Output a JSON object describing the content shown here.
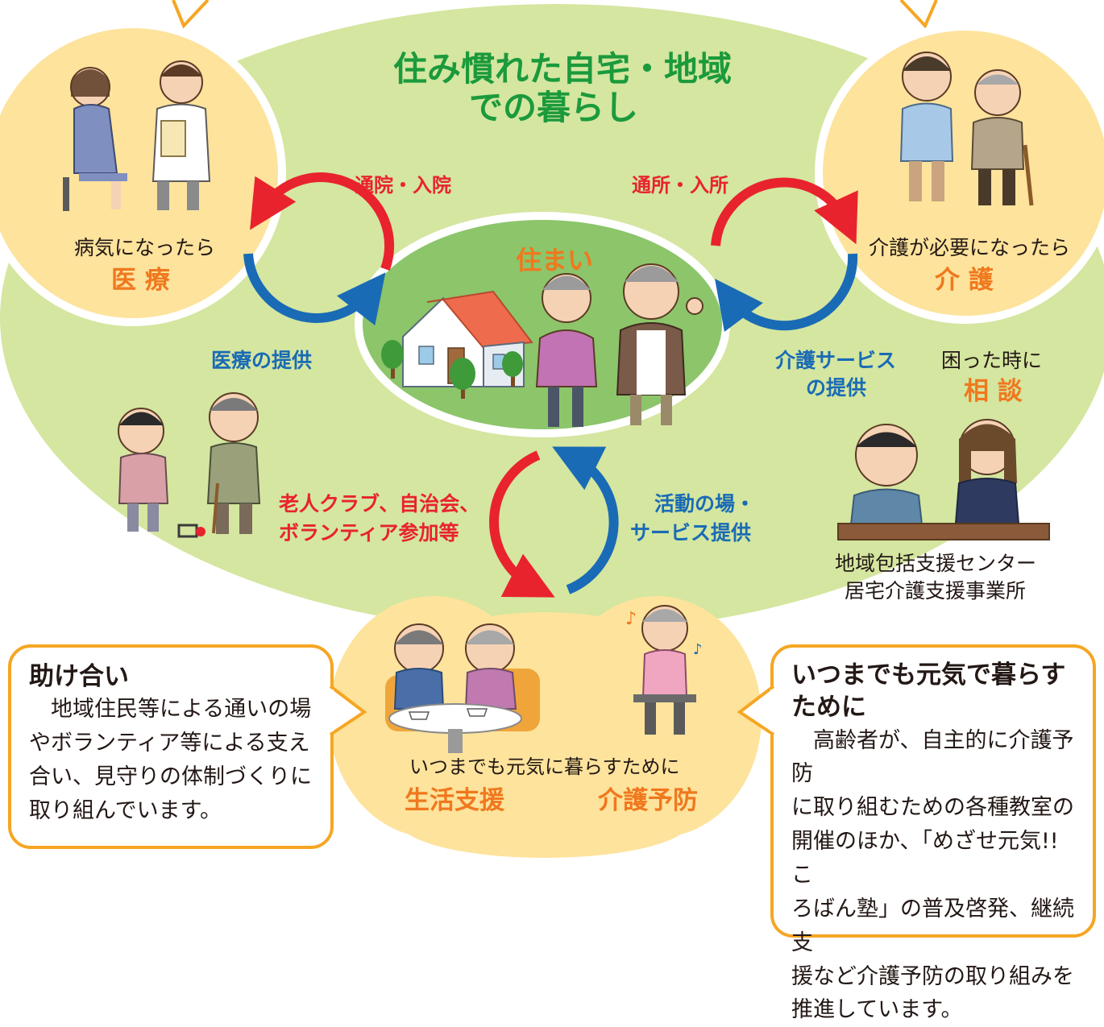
{
  "title": "住み慣れた自宅・地域\nでの暮らし",
  "title_line1": "住み慣れた自宅・地域",
  "title_line2": "での暮らし",
  "home": {
    "label": "住まい"
  },
  "medical": {
    "line1": "病気になったら",
    "line2": "医 療",
    "arrow_top": "通院・入院",
    "arrow_bottom": "医療の提供"
  },
  "care": {
    "line1": "介護が必要になったら",
    "line2": "介 護",
    "arrow_top": "通所・入所",
    "arrow_bottom_1": "介護サービス",
    "arrow_bottom_2": "の提供"
  },
  "consult": {
    "line1": "困った時に",
    "line2": "相 談",
    "center_1": "地域包括支援センター",
    "center_2": "居宅介護支援事業所"
  },
  "community": {
    "left_1": "老人クラブ、自治会、",
    "left_2": "ボランティア参加等",
    "right_1": "活動の場・",
    "right_2": "サービス提供"
  },
  "support": {
    "caption": "いつまでも元気に暮らすために",
    "left": "生活支援",
    "right": "介護予防"
  },
  "callout_left": {
    "title": "助け合い",
    "body": "　地域住民等による通いの場\nやボランティア等による支え\n合い、見守りの体制づくりに\n取り組んでいます。"
  },
  "callout_right": {
    "title_1": "いつまでも元気で暮らす",
    "title_2": "ために",
    "body": "　高齢者が、自主的に介護予防\nに取り組むための各種教室の\n開催のほか、「めざせ元気!!こ\nろばん塾」の普及啓発、継続支\n援など介護予防の取り組みを\n推進しています。"
  },
  "colors": {
    "outer_green": "#d4e6a0",
    "inner_green": "#8cc56a",
    "bubble": "#fde39c",
    "red": "#e8232e",
    "blue": "#1a6bb5",
    "orange": "#f0781e",
    "title_green": "#1b9a3c",
    "callout_border": "#f6a623"
  },
  "icons": [
    "house-icon",
    "tree-icon",
    "elderly-couple-icon",
    "doctor-patient-icon",
    "caregiver-icon",
    "gateball-icon",
    "consultation-icon",
    "tea-table-icon",
    "exercise-icon",
    "music-note-icon"
  ]
}
